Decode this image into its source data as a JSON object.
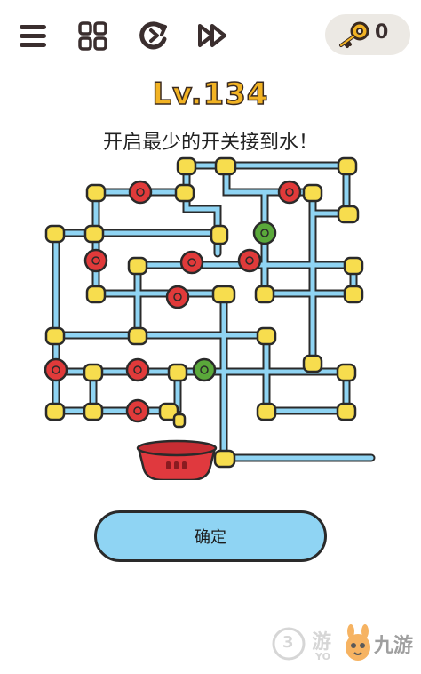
{
  "toolbar": {
    "icons": [
      "menu-icon",
      "grid-icon",
      "restart-icon",
      "skip-icon"
    ],
    "key_count": "0",
    "key_icon": "key-icon"
  },
  "level": {
    "title": "Lv.134"
  },
  "puzzle": {
    "question": "开启最少的开关接到水！",
    "colors": {
      "pipe": "#8fd4f3",
      "joint": "#f7dd4e",
      "valve_closed": "#e03a3a",
      "valve_open": "#5aa83a",
      "basin": "#e0393e",
      "outline": "#2a2a2a"
    }
  },
  "confirm_button": {
    "label": "确定"
  },
  "watermark": {
    "text_1": "游",
    "text_2": "九游",
    "text_3": "YO",
    "text_4": "3"
  }
}
